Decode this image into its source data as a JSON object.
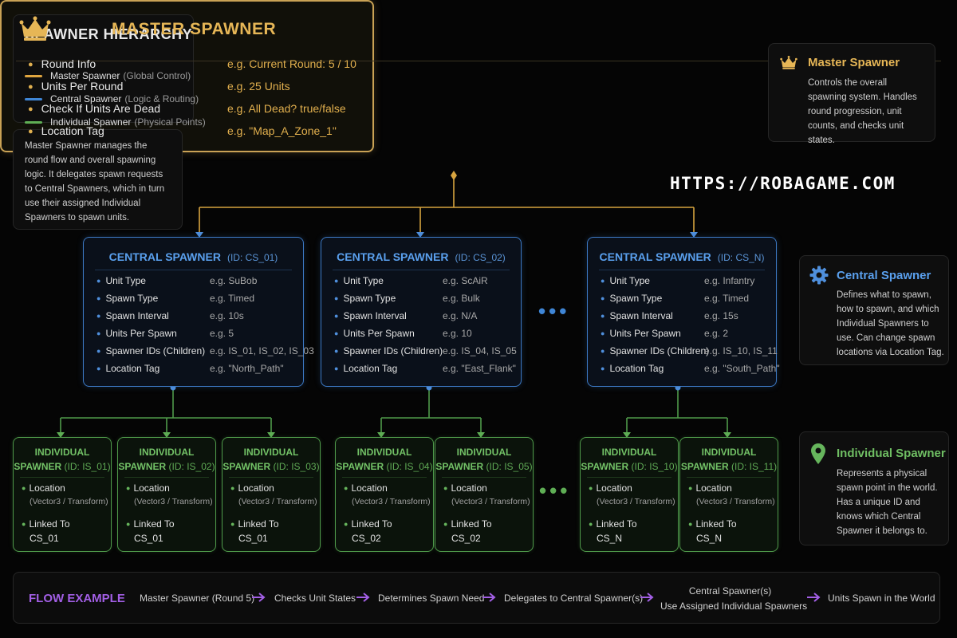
{
  "legend": {
    "title": "SPAWNER HIERARCHY",
    "items": [
      {
        "label": "Master Spawner",
        "sub": "(Global Control)",
        "color": "#e0a640"
      },
      {
        "label": "Central Spawner",
        "sub": "(Logic & Routing)",
        "color": "#3f86d6"
      },
      {
        "label": "Individual Spawner",
        "sub": "(Physical Points)",
        "color": "#5fae55"
      }
    ]
  },
  "left_note": "Master Spawner manages the round flow and overall spawning logic. It delegates spawn requests to Central Spawners, which in turn use their assigned Individual Spawners to spawn units.",
  "master": {
    "title": "MASTER SPAWNER",
    "rows": [
      {
        "label": "Round Info",
        "value": "e.g. Current Round: 5 / 10"
      },
      {
        "label": "Units Per Round",
        "value": "e.g. 25 Units"
      },
      {
        "label": "Check If Units Are Dead",
        "value": "e.g. All Dead? true/false"
      },
      {
        "label": "Location Tag",
        "value": "e.g. \"Map_A_Zone_1\""
      }
    ]
  },
  "website": "HTTPS://ROBAGAME.COM",
  "centrals": [
    {
      "title": "CENTRAL SPAWNER",
      "id": "(ID: CS_01)",
      "rows": [
        {
          "label": "Unit Type",
          "value": "e.g. SuBob"
        },
        {
          "label": "Spawn Type",
          "value": "e.g. Timed"
        },
        {
          "label": "Spawn Interval",
          "value": "e.g. 10s"
        },
        {
          "label": "Units Per Spawn",
          "value": "e.g. 5"
        },
        {
          "label": "Spawner IDs (Children)",
          "value": "e.g. IS_01, IS_02, IS_03"
        },
        {
          "label": "Location Tag",
          "value": "e.g. \"North_Path\""
        }
      ]
    },
    {
      "title": "CENTRAL SPAWNER",
      "id": "(ID: CS_02)",
      "rows": [
        {
          "label": "Unit Type",
          "value": "e.g. ScAiR"
        },
        {
          "label": "Spawn Type",
          "value": "e.g. Bulk"
        },
        {
          "label": "Spawn Interval",
          "value": "e.g. N/A"
        },
        {
          "label": "Units Per Spawn",
          "value": "e.g. 10"
        },
        {
          "label": "Spawner IDs (Children)",
          "value": "e.g. IS_04, IS_05"
        },
        {
          "label": "Location Tag",
          "value": "e.g. \"East_Flank\""
        }
      ]
    },
    {
      "title": "CENTRAL SPAWNER",
      "id": "(ID: CS_N)",
      "rows": [
        {
          "label": "Unit Type",
          "value": "e.g. Infantry"
        },
        {
          "label": "Spawn Type",
          "value": "e.g. Timed"
        },
        {
          "label": "Spawn Interval",
          "value": "e.g. 15s"
        },
        {
          "label": "Units Per Spawn",
          "value": "e.g. 2"
        },
        {
          "label": "Spawner IDs (Children)",
          "value": "e.g. IS_10, IS_11"
        },
        {
          "label": "Location Tag",
          "value": "e.g. \"South_Path\""
        }
      ]
    }
  ],
  "individual_common": {
    "title": "INDIVIDUAL",
    "spawner": "SPAWNER",
    "location": "Location",
    "location_sub": "(Vector3 / Transform)",
    "linked": "Linked To"
  },
  "individuals": [
    {
      "id": "(ID: IS_01)",
      "link": "CS_01"
    },
    {
      "id": "(ID: IS_02)",
      "link": "CS_01"
    },
    {
      "id": "(ID: IS_03)",
      "link": "CS_01"
    },
    {
      "id": "(ID: IS_04)",
      "link": "CS_02"
    },
    {
      "id": "(ID: IS_05)",
      "link": "CS_02"
    },
    {
      "id": "(ID: IS_10)",
      "link": "CS_N"
    },
    {
      "id": "(ID: IS_11)",
      "link": "CS_N"
    }
  ],
  "descriptions": {
    "master": {
      "title": "Master Spawner",
      "text": "Controls the overall spawning system. Handles round progression, unit counts, and checks unit states.",
      "icon": "crown-icon"
    },
    "central": {
      "title": "Central Spawner",
      "text": "Defines what to spawn, how to spawn, and which Individual Spawners to use. Can change spawn locations via Location Tag.",
      "icon": "gear-icon"
    },
    "individual": {
      "title": "Individual Spawner",
      "text": "Represents a physical spawn point in the world. Has a unique ID and knows which Central Spawner it belongs to.",
      "icon": "map-pin-icon"
    }
  },
  "ellipsis": "•••",
  "flow": {
    "title": "FLOW EXAMPLE",
    "steps": [
      "Master Spawner (Round 5)",
      "Checks Unit States",
      "Determines Spawn Need",
      "Delegates to Central Spawner(s)",
      "Central Spawner(s)",
      "Use Assigned Individual Spawners",
      "Units Spawn in the World"
    ]
  },
  "colors": {
    "master": "#c9a255",
    "central": "#3c79c4",
    "individual": "#4f9a4a",
    "flow": "#a35fe6"
  }
}
